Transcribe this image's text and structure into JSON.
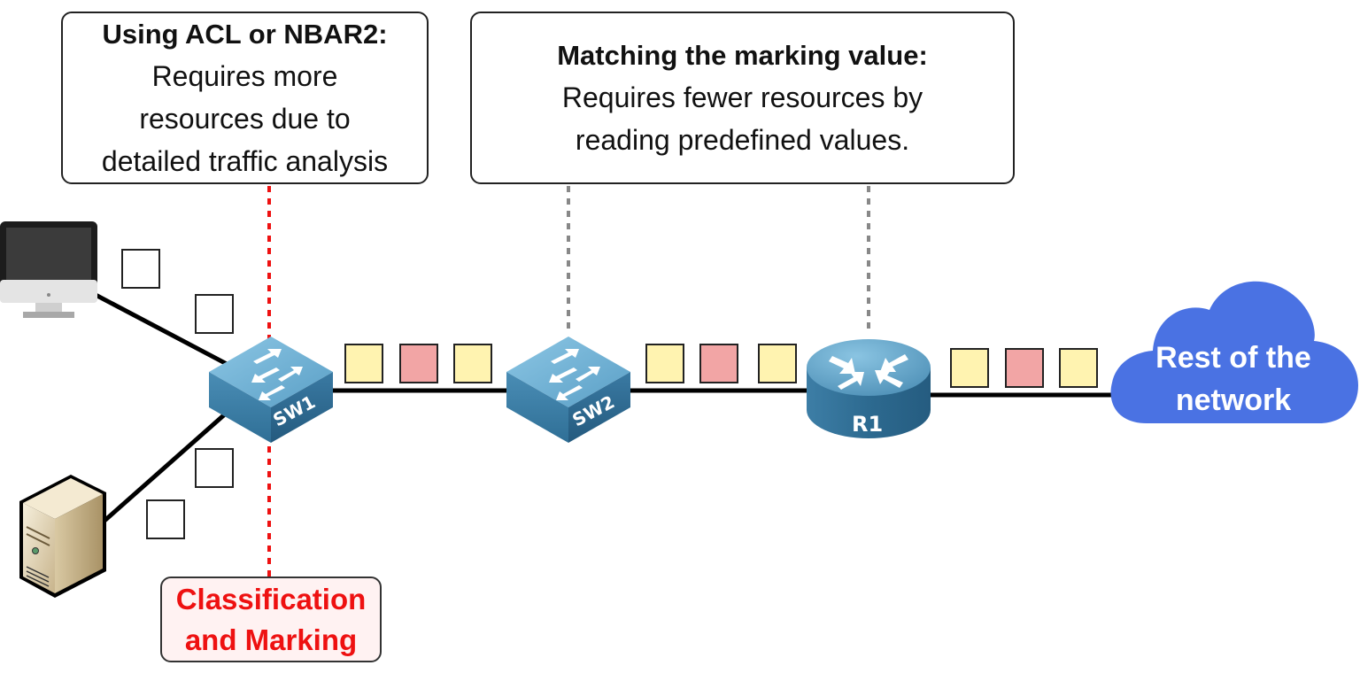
{
  "callouts": {
    "acl": {
      "title": "Using ACL or NBAR2:",
      "body": "Requires more\nresources due to\ndetailed traffic analysis"
    },
    "marking": {
      "title": "Matching the marking value:",
      "body": "Requires fewer resources by\nreading predefined values."
    },
    "classification": {
      "body": "Classification\nand Marking"
    }
  },
  "devices": {
    "sw1": {
      "label": "SW1",
      "type": "switch"
    },
    "sw2": {
      "label": "SW2",
      "type": "switch"
    },
    "r1": {
      "label": "R1",
      "type": "router"
    },
    "cloud": {
      "label": "Rest of the network",
      "type": "cloud"
    },
    "desktop": {
      "type": "desktop-computer"
    },
    "server": {
      "type": "server-tower"
    }
  },
  "packets": {
    "unmarked_desktop": [
      "unmarked",
      "unmarked"
    ],
    "unmarked_server": [
      "unmarked",
      "unmarked"
    ],
    "sw1_to_sw2": [
      "yellow",
      "red",
      "yellow"
    ],
    "sw2_to_r1": [
      "yellow",
      "red",
      "yellow"
    ],
    "r1_to_cloud": [
      "yellow",
      "red",
      "yellow"
    ]
  },
  "colors": {
    "packet_yellow": "#fff3b0",
    "packet_red": "#f2a5a5",
    "packet_unmarked": "#ffffff",
    "classification_line": "#ee1111",
    "reference_line": "#888888",
    "cloud": "#4a72e3",
    "device_blue": "#4d90b8"
  }
}
